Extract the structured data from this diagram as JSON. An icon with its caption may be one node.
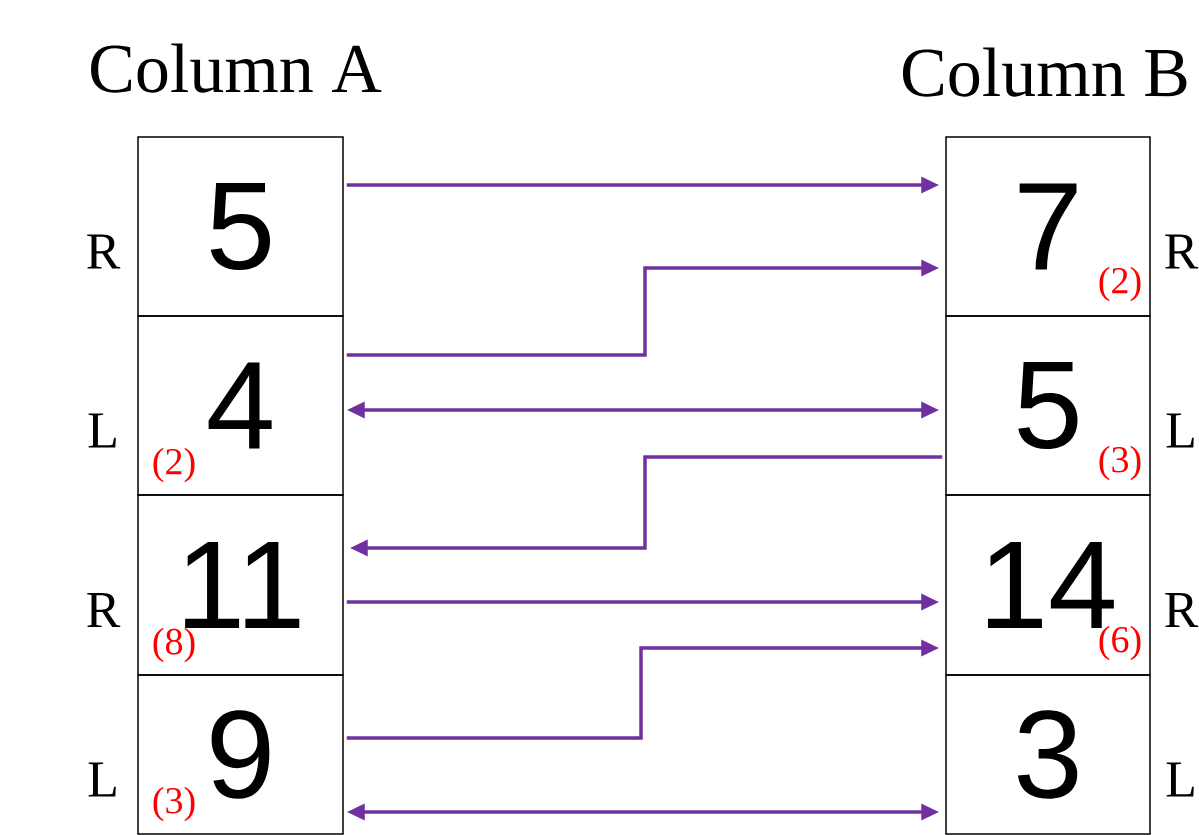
{
  "diagram": {
    "nodes": [
      {
        "text": [
          "5"
        ],
        "beside": [
          "R"
        ]
      },
      {
        "text": [
          "7",
          "(2)"
        ],
        "beside": [
          "R"
        ]
      },
      {
        "text": [
          "4",
          "(2)"
        ],
        "beside": [
          "L"
        ]
      },
      {
        "text": [
          "5",
          "(3)"
        ],
        "beside": [
          "L"
        ]
      },
      {
        "text": [
          "11",
          "(8)"
        ],
        "beside": [
          "R"
        ]
      },
      {
        "text": [
          "14",
          "(6)"
        ],
        "beside": [
          "R"
        ]
      },
      {
        "text": [
          "9",
          "(3)"
        ],
        "beside": [
          "L"
        ]
      },
      {
        "text": [
          "3"
        ],
        "beside": [
          "L"
        ]
      }
    ],
    "edges": [
      {
        "from": 0,
        "to": 1,
        "arrow": "to"
      },
      {
        "from": 2,
        "to": 1,
        "arrow": "to"
      },
      {
        "from": 2,
        "to": 3,
        "arrow": "both"
      },
      {
        "from": 3,
        "to": 4,
        "arrow": "to"
      },
      {
        "from": 4,
        "to": 5,
        "arrow": "to"
      },
      {
        "from": 6,
        "to": 5,
        "arrow": "to"
      },
      {
        "from": 6,
        "to": 7,
        "arrow": "both"
      }
    ],
    "labels": [
      "Column A",
      "Column B"
    ]
  }
}
